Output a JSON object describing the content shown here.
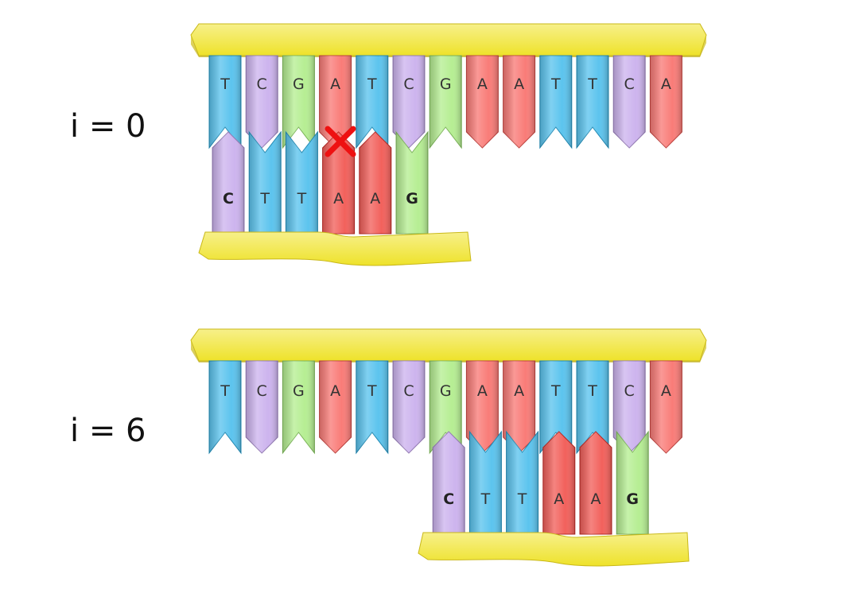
{
  "colors": {
    "T": "#5cc4ee",
    "C": "#cdb4ee",
    "G": "#b6ee93",
    "A": "#f97c78",
    "backbone": "#f0e62e",
    "mismatch": "#ee1111"
  },
  "panels": [
    {
      "label": "i = 0",
      "offset": 0,
      "text_sequence": [
        "T",
        "C",
        "G",
        "A",
        "T",
        "C",
        "G",
        "A",
        "A",
        "T",
        "T",
        "C",
        "A"
      ],
      "pattern_sequence": [
        "C",
        "T",
        "T",
        "A",
        "A",
        "G"
      ],
      "mismatch_index": 3
    },
    {
      "label": "i = 6",
      "offset": 6,
      "text_sequence": [
        "T",
        "C",
        "G",
        "A",
        "T",
        "C",
        "G",
        "A",
        "A",
        "T",
        "T",
        "C",
        "A"
      ],
      "pattern_sequence": [
        "C",
        "T",
        "T",
        "A",
        "A",
        "G"
      ],
      "mismatch_index": null
    }
  ]
}
